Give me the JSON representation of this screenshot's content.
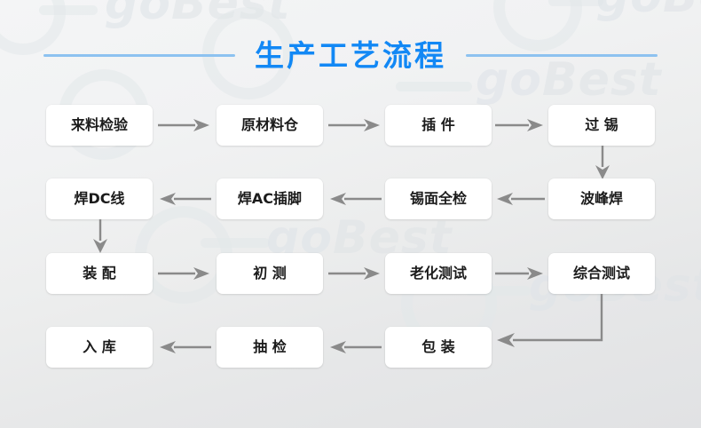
{
  "page": {
    "title": "生产工艺流程",
    "background_gradient_from": "#f4f5f6",
    "background_gradient_to": "#e1e2e4",
    "title_color": "#1288f5",
    "title_rule_color": "#8dc2f0",
    "node_fill": "#ffffff",
    "node_text_color": "#1b1b1b",
    "arrow_color": "#8a8a8a",
    "watermark_text_go": "go",
    "watermark_text_best": "Best"
  },
  "flow": {
    "rows": [
      {
        "direction": "ltr",
        "nodes": [
          {
            "label": "来料检验"
          },
          {
            "label": "原材料仓"
          },
          {
            "label": "插 件"
          },
          {
            "label": "过 锡"
          }
        ]
      },
      {
        "direction": "rtl",
        "nodes": [
          {
            "label": "焊DC线"
          },
          {
            "label": "焊AC插脚"
          },
          {
            "label": "锡面全检"
          },
          {
            "label": "波峰焊"
          }
        ]
      },
      {
        "direction": "ltr",
        "nodes": [
          {
            "label": "装 配"
          },
          {
            "label": "初 测"
          },
          {
            "label": "老化测试"
          },
          {
            "label": "综合测试"
          }
        ]
      },
      {
        "direction": "rtl",
        "nodes": [
          {
            "label": "入 库"
          },
          {
            "label": "抽 检"
          },
          {
            "label": "包 装"
          }
        ]
      }
    ],
    "connectors": [
      {
        "name": "row1-arrow-1",
        "type": "horizontal",
        "direction": "right"
      },
      {
        "name": "row1-arrow-2",
        "type": "horizontal",
        "direction": "right"
      },
      {
        "name": "row1-arrow-3",
        "type": "horizontal",
        "direction": "right"
      },
      {
        "name": "row1-to-row2",
        "type": "vertical",
        "direction": "down"
      },
      {
        "name": "row2-arrow-1",
        "type": "horizontal",
        "direction": "left"
      },
      {
        "name": "row2-arrow-2",
        "type": "horizontal",
        "direction": "left"
      },
      {
        "name": "row2-arrow-3",
        "type": "horizontal",
        "direction": "left"
      },
      {
        "name": "row2-to-row3",
        "type": "vertical",
        "direction": "down"
      },
      {
        "name": "row3-arrow-1",
        "type": "horizontal",
        "direction": "right"
      },
      {
        "name": "row3-arrow-2",
        "type": "horizontal",
        "direction": "right"
      },
      {
        "name": "row3-arrow-3",
        "type": "horizontal",
        "direction": "right"
      },
      {
        "name": "row3-to-row4",
        "type": "elbow",
        "direction": "down-left"
      },
      {
        "name": "row4-arrow-1",
        "type": "horizontal",
        "direction": "left"
      },
      {
        "name": "row4-arrow-2",
        "type": "horizontal",
        "direction": "left"
      }
    ]
  }
}
